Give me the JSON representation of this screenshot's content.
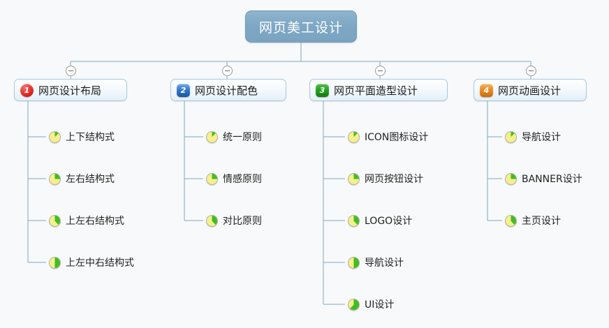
{
  "diagram": {
    "type": "mind-map",
    "background_color": "#f8f9fa",
    "root": {
      "label": "网页美工设计",
      "fill_color": "#7da7c4",
      "text_color": "#ffffff"
    },
    "connector_color": "#7da7c4",
    "toggle_icon": "collapse-minus-icon",
    "branches": [
      {
        "badge": "1",
        "badge_color": "#e0231f",
        "badge_shape": "circle",
        "label": "网页设计布局",
        "children": [
          {
            "label": "上下结构式",
            "icon": "pie-progress-icon",
            "progress": 12
          },
          {
            "label": "左右结构式",
            "icon": "pie-progress-icon",
            "progress": 25
          },
          {
            "label": "上左右结构式",
            "icon": "pie-progress-icon",
            "progress": 38
          },
          {
            "label": "上左中右结构式",
            "icon": "pie-progress-icon",
            "progress": 50
          }
        ]
      },
      {
        "badge": "2",
        "badge_color": "#2f74c8",
        "badge_shape": "rounded-square",
        "label": "网页设计配色",
        "children": [
          {
            "label": "统一原则",
            "icon": "pie-progress-icon",
            "progress": 12
          },
          {
            "label": "情感原则",
            "icon": "pie-progress-icon",
            "progress": 25
          },
          {
            "label": "对比原则",
            "icon": "pie-progress-icon",
            "progress": 38
          }
        ]
      },
      {
        "badge": "3",
        "badge_color": "#1f9e1b",
        "badge_shape": "rounded-square",
        "label": "网页平面造型设计",
        "children": [
          {
            "label": "ICON图标设计",
            "icon": "pie-progress-icon",
            "progress": 12
          },
          {
            "label": "网页按钮设计",
            "icon": "pie-progress-icon",
            "progress": 25
          },
          {
            "label": "LOGO设计",
            "icon": "pie-progress-icon",
            "progress": 38
          },
          {
            "label": "导航设计",
            "icon": "pie-progress-icon",
            "progress": 50
          },
          {
            "label": "UI设计",
            "icon": "pie-progress-icon",
            "progress": 62
          }
        ]
      },
      {
        "badge": "4",
        "badge_color": "#e8861c",
        "badge_shape": "rounded-square",
        "label": "网页动画设计",
        "children": [
          {
            "label": "导航设计",
            "icon": "pie-progress-icon",
            "progress": 12
          },
          {
            "label": "BANNER设计",
            "icon": "pie-progress-icon",
            "progress": 25
          },
          {
            "label": "主页设计",
            "icon": "pie-progress-icon",
            "progress": 38
          }
        ]
      }
    ]
  }
}
